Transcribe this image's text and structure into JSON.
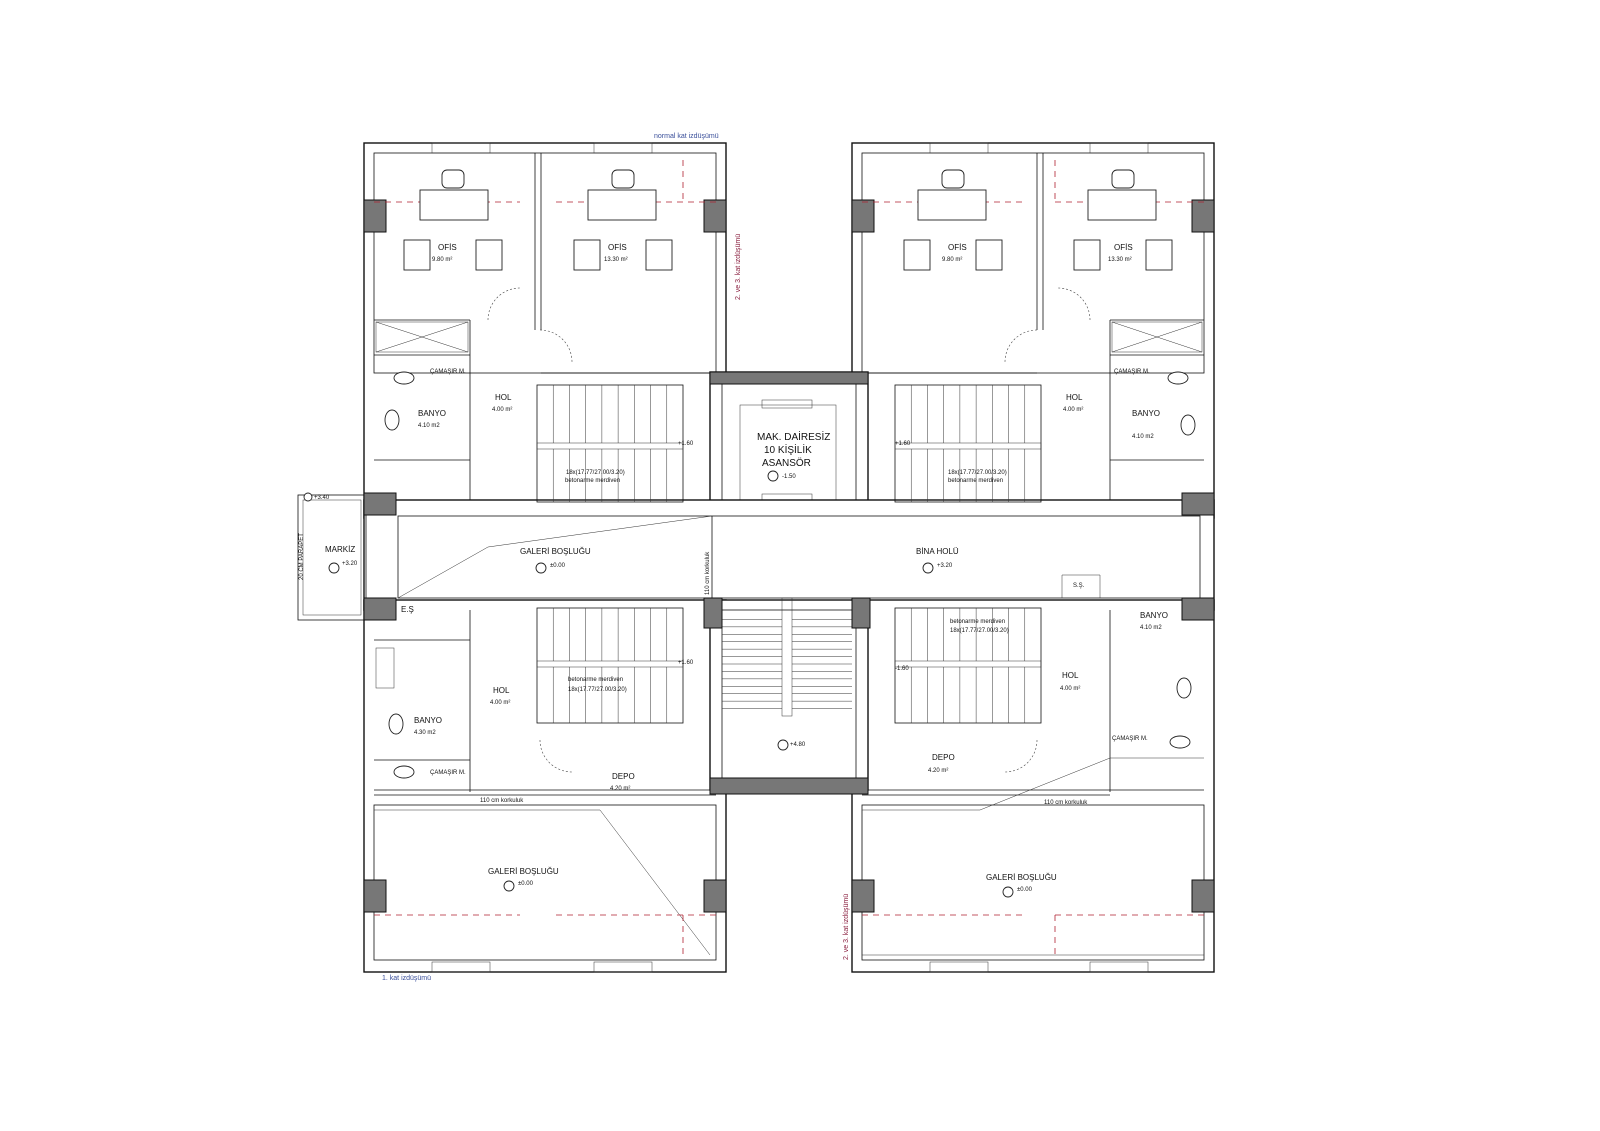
{
  "labels": {
    "normal_projection": "normal kat izdüşümü",
    "first_projection": "1. kat izdüşümü",
    "proj_23_top": "2. ve 3. kat izdüşümü",
    "proj_23_bottom": "2. ve 3. kat izdüşümü",
    "office_tl": "OFİS",
    "office_tl_area": "9.80 m²",
    "office_tr": "OFİS",
    "office_tr_area": "13.30 m²",
    "office_ml": "OFİS",
    "office_ml_area": "9.80 m²",
    "office_mr": "OFİS",
    "office_mr_area": "13.30 m²",
    "hol_tl": "HOL",
    "hol_tl_area": "4.00 m²",
    "hol_tr": "HOL",
    "hol_tr_area": "4.00 m²",
    "hol_bl": "HOL",
    "hol_bl_area": "4.00 m²",
    "hol_br": "HOL",
    "hol_br_area": "4.00 m²",
    "banyo_tl": "BANYO",
    "banyo_tl_area": "4.10 m2",
    "banyo_tr": "BANYO",
    "banyo_tr_area": "4.10 m2",
    "banyo_bl": "BANYO",
    "banyo_bl_area": "4.30 m2",
    "banyo_br": "BANYO",
    "banyo_br_area": "4.10 m2",
    "camasir": "ÇAMAŞIR M.",
    "elevator_1": "MAK. DAİRESİZ",
    "elevator_2": "10 KİŞİLİK",
    "elevator_3": "ASANSÖR",
    "elevator_level": "-1.50",
    "galeri_center": "GALERİ BOŞLUĞU",
    "galeri_center_level": "±0.00",
    "bina_holu": "BİNA HOLÜ",
    "bina_holu_level": "+3.20",
    "markiz": "MARKİZ",
    "markiz_level": "+3.20",
    "markiz_top_level": "+3.40",
    "parapet": "20 CM PARAPET",
    "es": "E.Ş",
    "ss": "S.Ş.",
    "korkuluk_v": "110 cm korkuluk",
    "korkuluk_bl": "110 cm korkuluk",
    "korkuluk_br": "110 cm korkuluk",
    "depo_bl": "DEPO",
    "depo_bl_area": "4.20 m²",
    "depo_br": "DEPO",
    "depo_br_area": "4.20 m²",
    "galeri_bl": "GALERİ BOŞLUĞU",
    "galeri_bl_level": "±0.00",
    "galeri_br": "GALERİ BOŞLUĞU",
    "galeri_br_level": "±0.00",
    "stair_level_tl": "+1.60",
    "stair_level_tr": "+1.60",
    "stair_level_bl": "+1.60",
    "stair_level_br": "-1.60",
    "stair_level_center": "+4.80",
    "stair_note": "betonarme merdiven",
    "stair_calc": "18x(17.77/27.00/3.20)"
  },
  "colors": {
    "wall": "#111111",
    "column_fill": "#777777",
    "projection_line": "#b02030",
    "note_blue": "#3a4f9a"
  }
}
